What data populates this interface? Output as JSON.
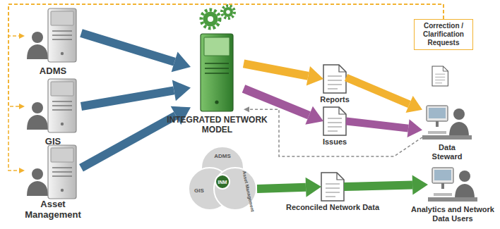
{
  "diagram": {
    "nodes": [
      {
        "text": [
          "ADMS"
        ]
      },
      {
        "text": [
          "GIS"
        ]
      },
      {
        "text": [
          "Asset Management"
        ]
      },
      {
        "text": [
          "INTEGRATED NETWORK MODEL"
        ]
      },
      {
        "text": [
          "Reports"
        ]
      },
      {
        "text": [
          "Issues"
        ]
      },
      {
        "text": [
          "Correction / Clarification Requests"
        ]
      },
      {
        "text": [
          "Data Steward"
        ]
      },
      {
        "text": [
          "ADMS"
        ]
      },
      {
        "text": [
          "GIS"
        ]
      },
      {
        "text": [
          "Asset Management"
        ]
      },
      {
        "text": [
          "INM"
        ]
      },
      {
        "text": [
          "Reconciled Network Data"
        ]
      },
      {
        "text": [
          "Analytics and Network Data Users"
        ]
      }
    ],
    "edges": [
      {
        "from": 0,
        "to": 3,
        "arrow": "to"
      },
      {
        "from": 1,
        "to": 3,
        "arrow": "to"
      },
      {
        "from": 2,
        "to": 3,
        "arrow": "to"
      },
      {
        "from": 3,
        "to": 4,
        "arrow": "to"
      },
      {
        "from": 3,
        "to": 5,
        "arrow": "to"
      },
      {
        "from": 4,
        "to": 7,
        "arrow": "to"
      },
      {
        "from": 5,
        "to": 7,
        "arrow": "to"
      },
      {
        "from": 7,
        "to": 3,
        "arrow": "to"
      },
      {
        "from": 6,
        "to": 0,
        "arrow": "to"
      },
      {
        "from": 6,
        "to": 1,
        "arrow": "to"
      },
      {
        "from": 6,
        "to": 2,
        "arrow": "to"
      },
      {
        "from": 10,
        "to": 12,
        "arrow": "to"
      },
      {
        "from": 12,
        "to": 13,
        "arrow": "to"
      }
    ]
  }
}
